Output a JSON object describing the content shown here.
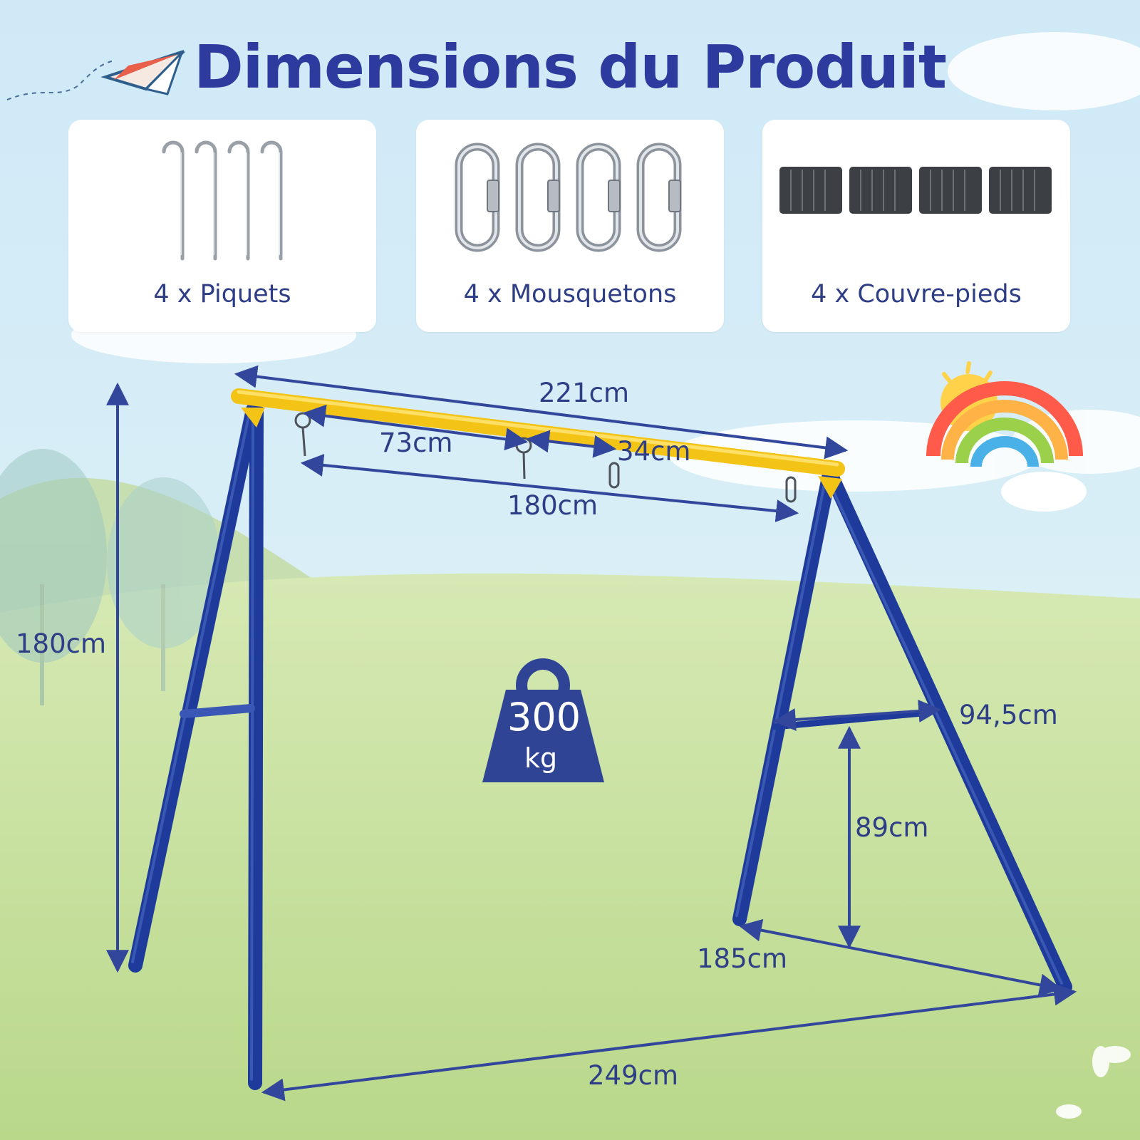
{
  "title": "Dimensions du Produit",
  "accessories": [
    {
      "label": "4 x Piquets",
      "icon": "stake-icon"
    },
    {
      "label": "4 x Mousquetons",
      "icon": "carabiner-icon"
    },
    {
      "label": "4 x Couvre-pieds",
      "icon": "foot-cover-icon"
    }
  ],
  "dimensions": {
    "beam_length": "221cm",
    "hook_spacing_small": "73cm",
    "hook_spacing_center": "34cm",
    "hook_span": "180cm",
    "height": "180cm",
    "crossbar_width": "94,5cm",
    "crossbar_height": "89cm",
    "side_depth": "185cm",
    "base_length": "249cm"
  },
  "weight": {
    "value": "300",
    "unit": "kg"
  },
  "colors": {
    "title": "#2d3a9e",
    "text": "#2e3e86",
    "frame_blue": "#1e3a9a",
    "beam_yellow": "#f3c316",
    "arrow": "#32479c",
    "weight_icon": "#2f4495"
  }
}
